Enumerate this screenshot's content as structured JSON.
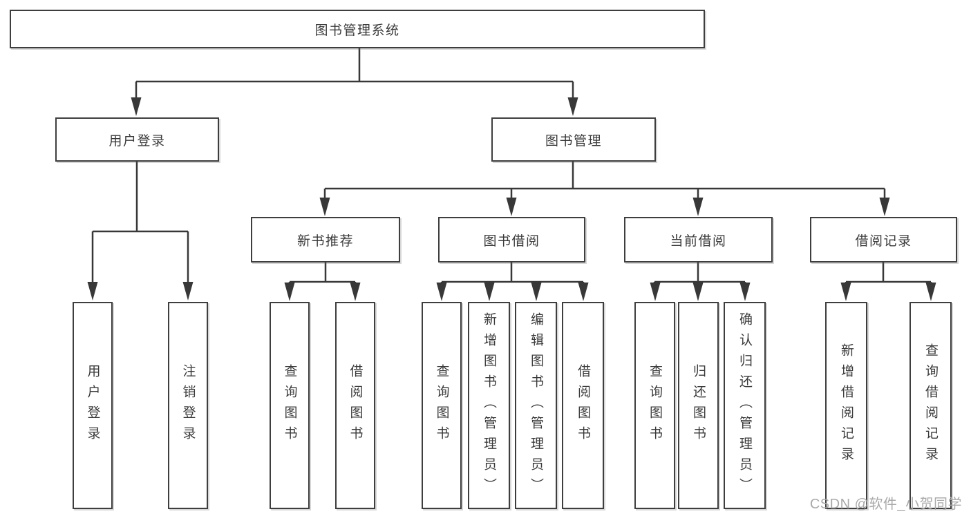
{
  "tree": {
    "label": "图书管理系统",
    "children": [
      {
        "label": "用户登录",
        "children": [
          {
            "label": "用户登录"
          },
          {
            "label": "注销登录"
          }
        ]
      },
      {
        "label": "图书管理",
        "children": [
          {
            "label": "新书推荐",
            "children": [
              {
                "label": "查询图书"
              },
              {
                "label": "借阅图书"
              }
            ]
          },
          {
            "label": "图书借阅",
            "children": [
              {
                "label": "查询图书"
              },
              {
                "label": "新增图书（管理员）"
              },
              {
                "label": "编辑图书（管理员）"
              },
              {
                "label": "借阅图书"
              }
            ]
          },
          {
            "label": "当前借阅",
            "children": [
              {
                "label": "查询图书"
              },
              {
                "label": "归还图书"
              },
              {
                "label": "确认归还（管理员）"
              }
            ]
          },
          {
            "label": "借阅记录",
            "children": [
              {
                "label": "新增借阅记录"
              },
              {
                "label": "查询借阅记录"
              }
            ]
          }
        ]
      }
    ]
  },
  "watermark": {
    "text": "CSDN @软件_小贺同学"
  },
  "colors": {
    "line": "#383838",
    "border": "#3e3e3e",
    "text": "#3a3a3a",
    "watermark": "#a9a9a9",
    "background": "#ffffff"
  }
}
